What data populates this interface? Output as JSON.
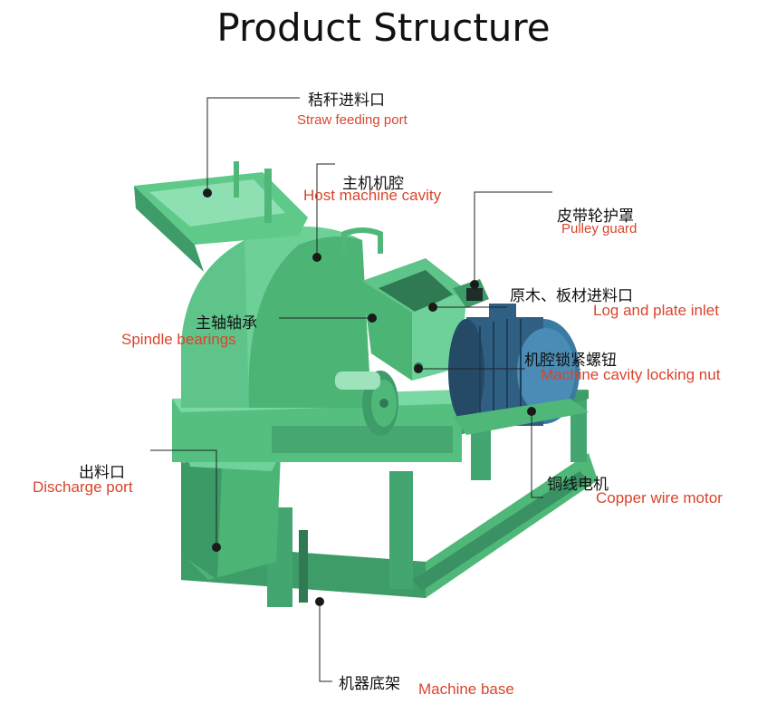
{
  "title": "Product Structure",
  "colors": {
    "label_en": "#d9452b",
    "label_zh": "#111111",
    "leader": "#222222",
    "machine_green": "#5fc98a",
    "machine_dark": "#3e9c68",
    "motor_blue": "#2f5f82"
  },
  "labels": {
    "straw_feeding_port": {
      "zh": "秸秆进料口",
      "en": "Straw feeding port"
    },
    "host_machine_cavity": {
      "zh": "主机机腔",
      "en": "Host machine cavity"
    },
    "pulley_guard": {
      "zh": "皮带轮护罩",
      "en": "Pulley guard"
    },
    "log_plate_inlet": {
      "zh": "原木、板材进料口",
      "en": "Log and plate inlet"
    },
    "spindle_bearings": {
      "zh": "主轴轴承",
      "en": "Spindle bearings"
    },
    "cavity_locking_nut": {
      "zh": "机腔锁紧螺钮",
      "en": "Machine cavity locking nut"
    },
    "discharge_port": {
      "zh": "出料口",
      "en": "Discharge port"
    },
    "copper_wire_motor": {
      "zh": "铜线电机",
      "en": "Copper wire motor"
    },
    "machine_base": {
      "zh": "机器底架",
      "en": "Machine base"
    }
  }
}
